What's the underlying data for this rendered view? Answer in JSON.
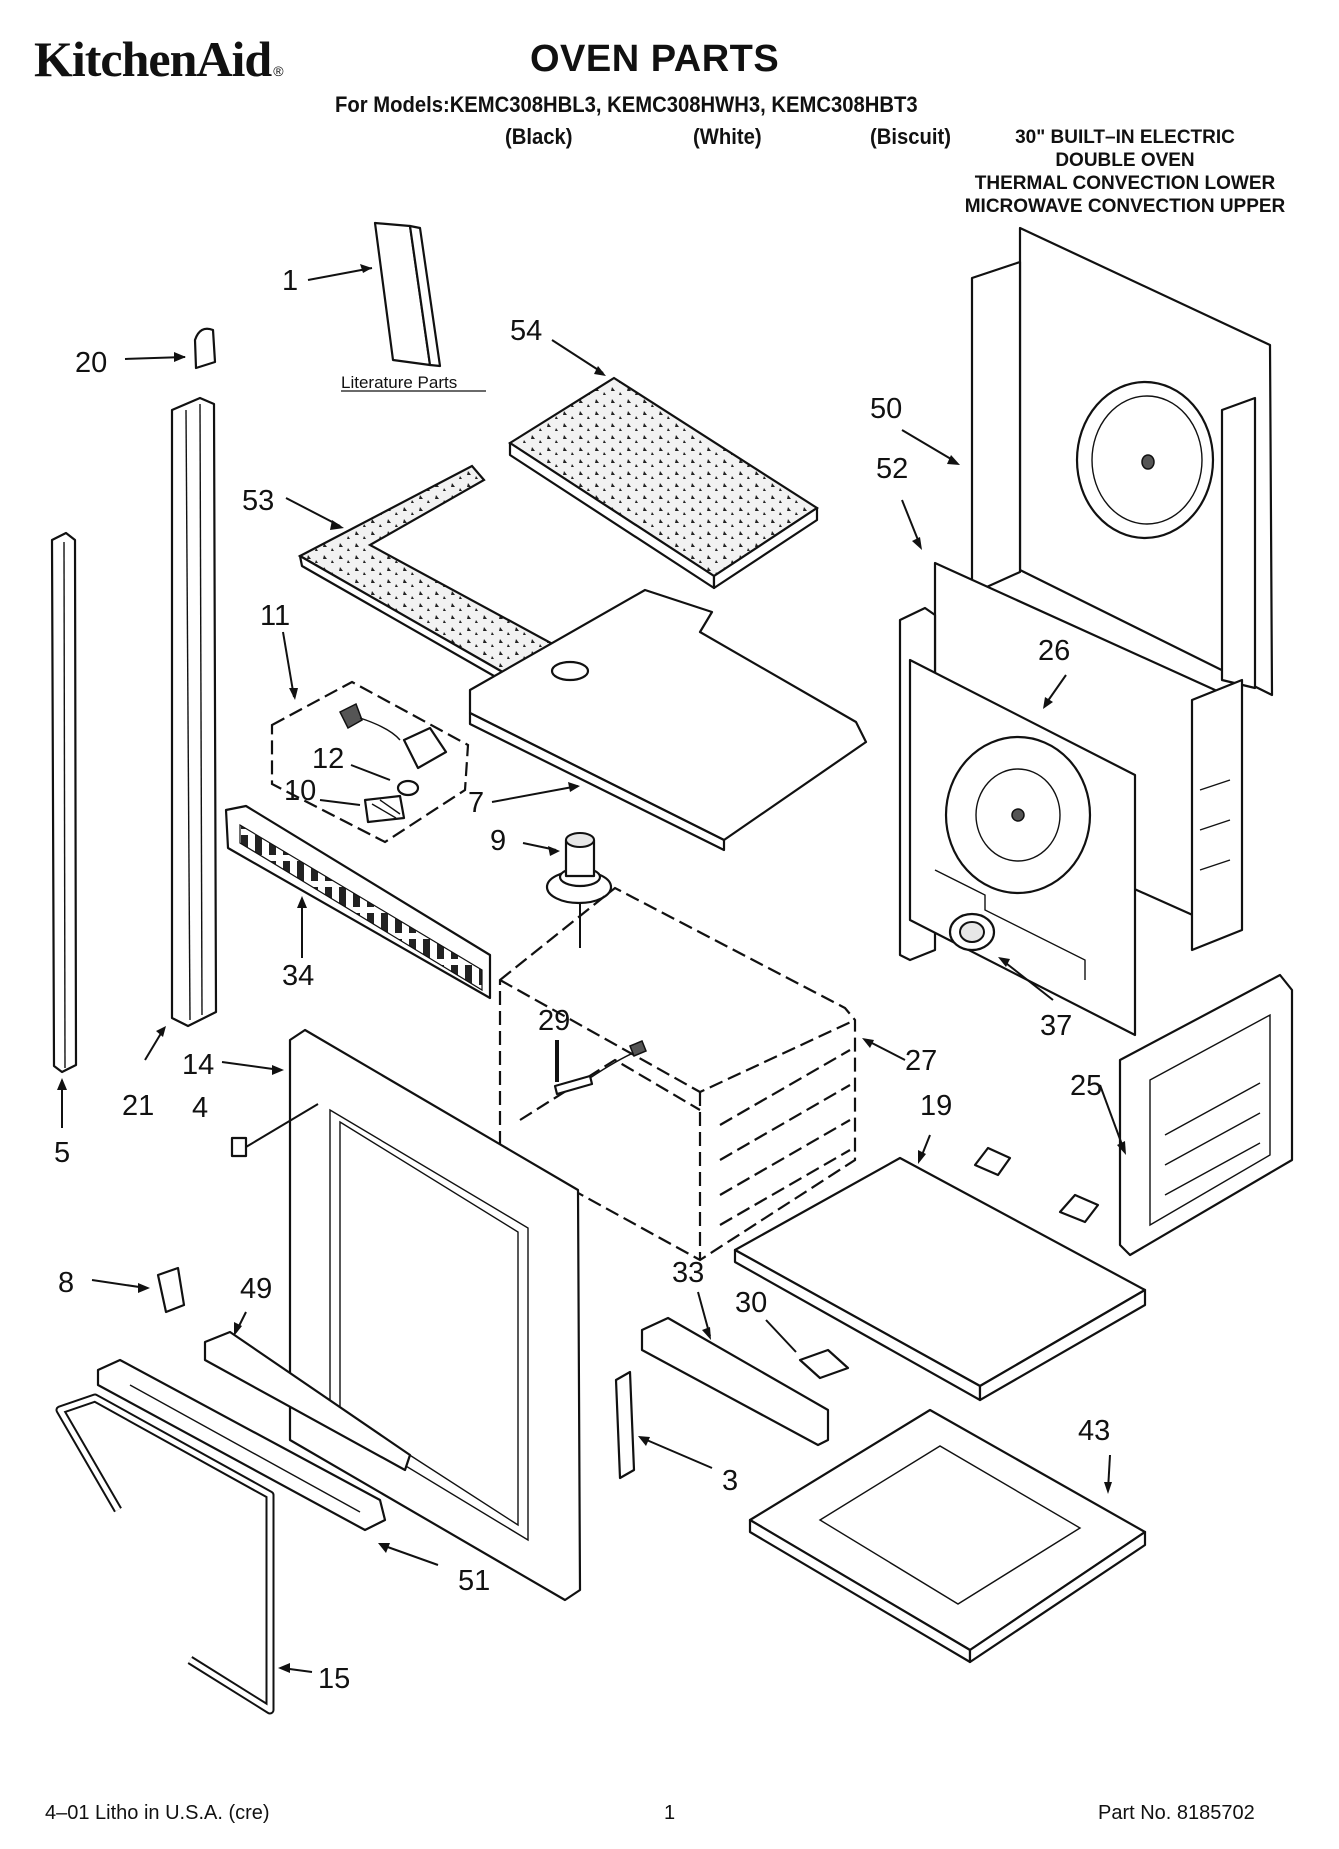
{
  "header": {
    "brand": "KitchenAid",
    "brand_mark": "®",
    "title": "OVEN PARTS",
    "models": "For Models:KEMC308HBL3, KEMC308HWH3, KEMC308HBT3",
    "colors": [
      "(Black)",
      "(White)",
      "(Biscuit)"
    ],
    "description": [
      "30\" BUILT–IN ELECTRIC",
      "DOUBLE OVEN",
      "THERMAL CONVECTION LOWER",
      "MICROWAVE CONVECTION UPPER"
    ]
  },
  "diagram": {
    "literature_label": "Literature Parts",
    "callouts": [
      "1",
      "3",
      "4",
      "5",
      "7",
      "8",
      "9",
      "10",
      "11",
      "12",
      "14",
      "15",
      "19",
      "20",
      "21",
      "25",
      "26",
      "27",
      "29",
      "30",
      "33",
      "34",
      "37",
      "43",
      "49",
      "50",
      "51",
      "52",
      "53",
      "54"
    ]
  },
  "footer": {
    "litho": "4–01 Litho in U.S.A. (cre)",
    "page": "1",
    "part_no": "Part No. 8185702"
  }
}
